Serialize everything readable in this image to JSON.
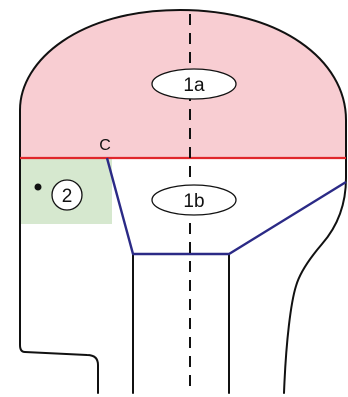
{
  "diagram": {
    "labels": {
      "region_1a": "1a",
      "region_1b": "1b",
      "region_2": "2",
      "point_c": "C"
    },
    "colors": {
      "region_1a_fill": "#f8cdd2",
      "region_2_fill": "#d6e8cf",
      "line_red": "#e0262b",
      "line_blue": "#2b2a86",
      "outline": "#111111"
    }
  }
}
